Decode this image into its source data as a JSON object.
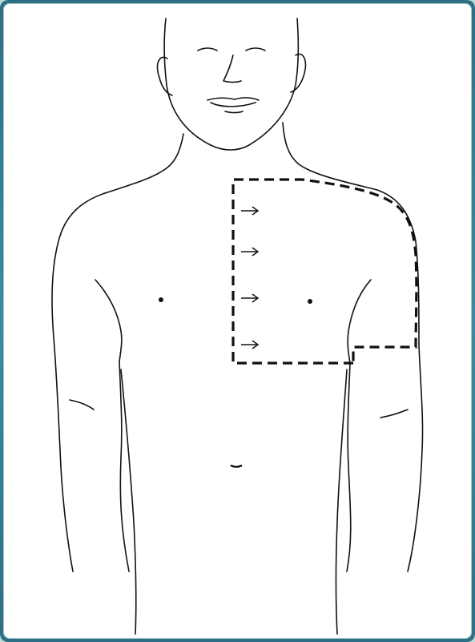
{
  "figure": {
    "subject": "front-torso-outline",
    "marked_region": "right-upper-chest-and-shoulder-dashed-outline",
    "arrow_count": 4,
    "arrow_direction": "right",
    "colors": {
      "frame": "#3f8aa0",
      "background": "#ffffff",
      "ink": "#111111"
    }
  }
}
